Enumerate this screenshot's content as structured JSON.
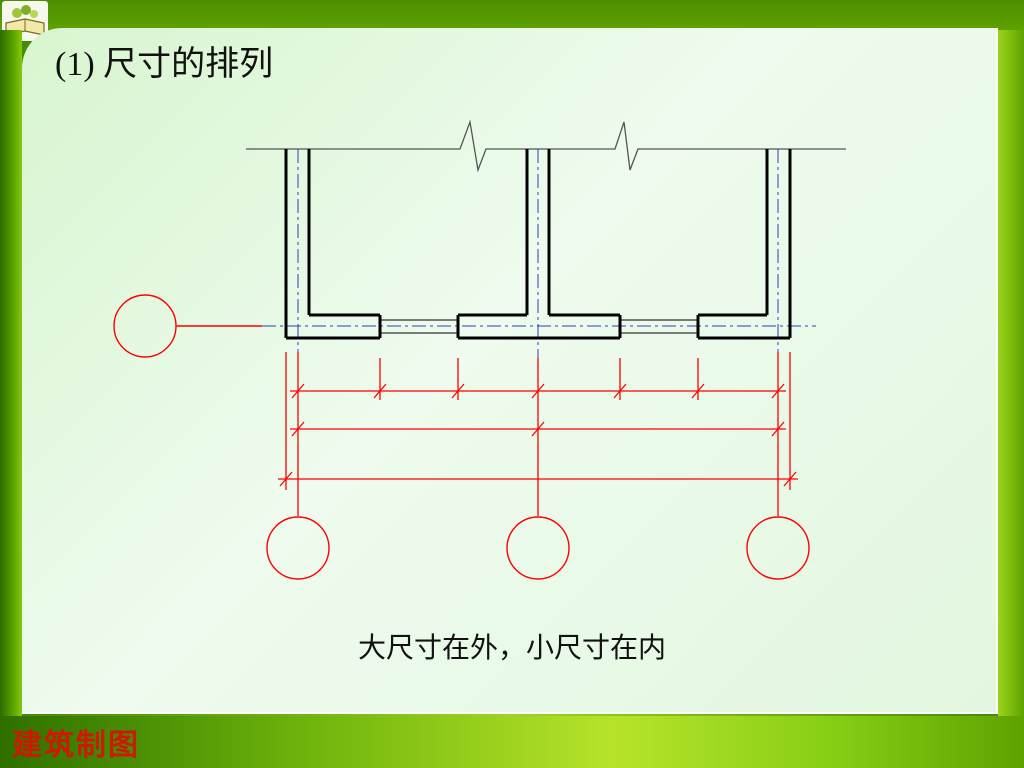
{
  "slide": {
    "title": "(1) 尺寸的排列",
    "caption": "大尺寸在外，小尺寸在内",
    "footer": "建筑制图"
  },
  "icons": [
    "book-logo-icon"
  ],
  "colors": {
    "wall": "#000000",
    "axis": "#2a3fbf",
    "dimension": "#ff0000",
    "frame_green": "#5fa200"
  }
}
